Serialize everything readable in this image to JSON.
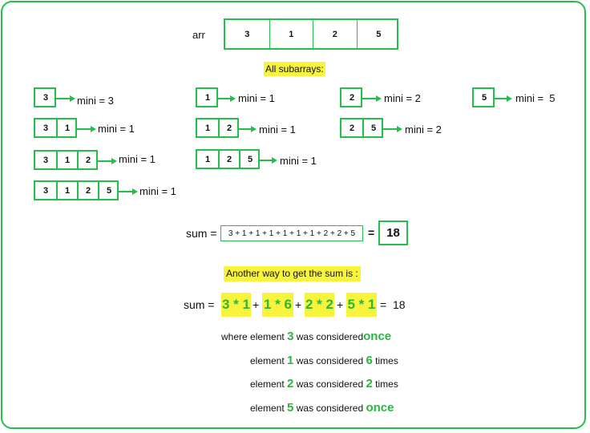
{
  "arr": {
    "label": "arr",
    "values": [
      "3",
      "1",
      "2",
      "5"
    ]
  },
  "heading": "All subarrays:",
  "subarrays": [
    {
      "cells": [
        "3"
      ],
      "mini": "mini = 3"
    },
    {
      "cells": [
        "3",
        "1"
      ],
      "mini": "mini = 1"
    },
    {
      "cells": [
        "3",
        "1",
        "2"
      ],
      "mini": "mini = 1"
    },
    {
      "cells": [
        "3",
        "1",
        "2",
        "5"
      ],
      "mini": "mini = 1"
    },
    {
      "cells": [
        "1"
      ],
      "mini": "mini = 1"
    },
    {
      "cells": [
        "1",
        "2"
      ],
      "mini": "mini = 1"
    },
    {
      "cells": [
        "1",
        "2",
        "5"
      ],
      "mini": "mini = 1"
    },
    {
      "cells": [
        "2"
      ],
      "mini": "mini = 2"
    },
    {
      "cells": [
        "2",
        "5"
      ],
      "mini": "mini = 2"
    },
    {
      "cells": [
        "5"
      ],
      "mini": "mini =  5"
    }
  ],
  "sum": {
    "label": "sum =",
    "expression": "3 + 1 + 1 + 1 + 1 + 1 + 1 + 2 + 2 + 5",
    "equals": "=",
    "result": "18"
  },
  "another_heading": "Another way to get the sum is :",
  "alt_sum": {
    "label": "sum =",
    "terms": [
      "3 * 1",
      "1 * 6",
      "2 * 2",
      "5 * 1"
    ],
    "plus": "+",
    "equals": "=",
    "result": "18"
  },
  "explanations": [
    {
      "prefix": "where element",
      "element": "3",
      "middle": "was considered",
      "count": "once",
      "suffix": ""
    },
    {
      "prefix": "element",
      "element": "1",
      "middle": "was considered",
      "count": "6",
      "suffix": "times"
    },
    {
      "prefix": "element",
      "element": "2",
      "middle": "was considered",
      "count": "2",
      "suffix": "times"
    },
    {
      "prefix": "element",
      "element": "5",
      "middle": "was considered",
      "count": "once",
      "suffix": ""
    }
  ],
  "colors": {
    "green": "#22c04a",
    "highlight": "#f8f33c",
    "text": "#111111"
  }
}
